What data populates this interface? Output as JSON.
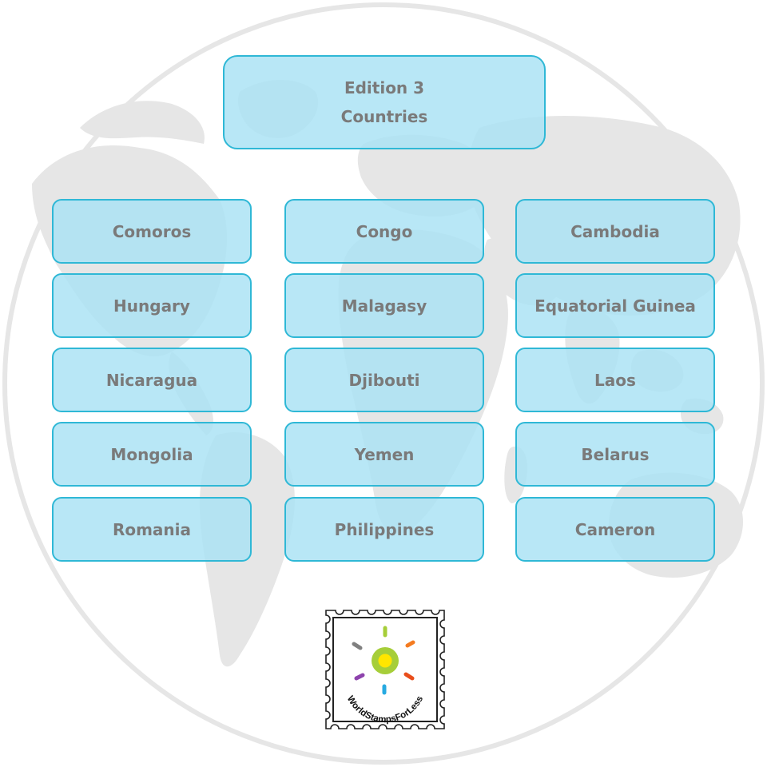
{
  "header": {
    "line1": "Edition 3",
    "line2": "Countries"
  },
  "countries": [
    [
      "Comoros",
      "Congo",
      "Cambodia"
    ],
    [
      "Hungary",
      "Malagasy",
      "Equatorial Guinea"
    ],
    [
      "Nicaragua",
      "Djibouti",
      "Laos"
    ],
    [
      "Mongolia",
      "Yemen",
      "Belarus"
    ],
    [
      "Romania",
      "Philippines",
      "Cameron"
    ]
  ],
  "logo": {
    "text": "WorldStampsForLess",
    "ray_colors": [
      "#a6ce39",
      "#f47b20",
      "#e94e1b",
      "#27aae1",
      "#8e44ad",
      "#808080"
    ],
    "center_outer": "#a6ce39",
    "center_inner": "#ffe600"
  },
  "colors": {
    "box_fill": "#a8e2f4",
    "box_border": "#2fb8d6",
    "text": "#7a7a7a",
    "globe_land": "#e6e6e6",
    "globe_outline": "#e6e6e6"
  }
}
